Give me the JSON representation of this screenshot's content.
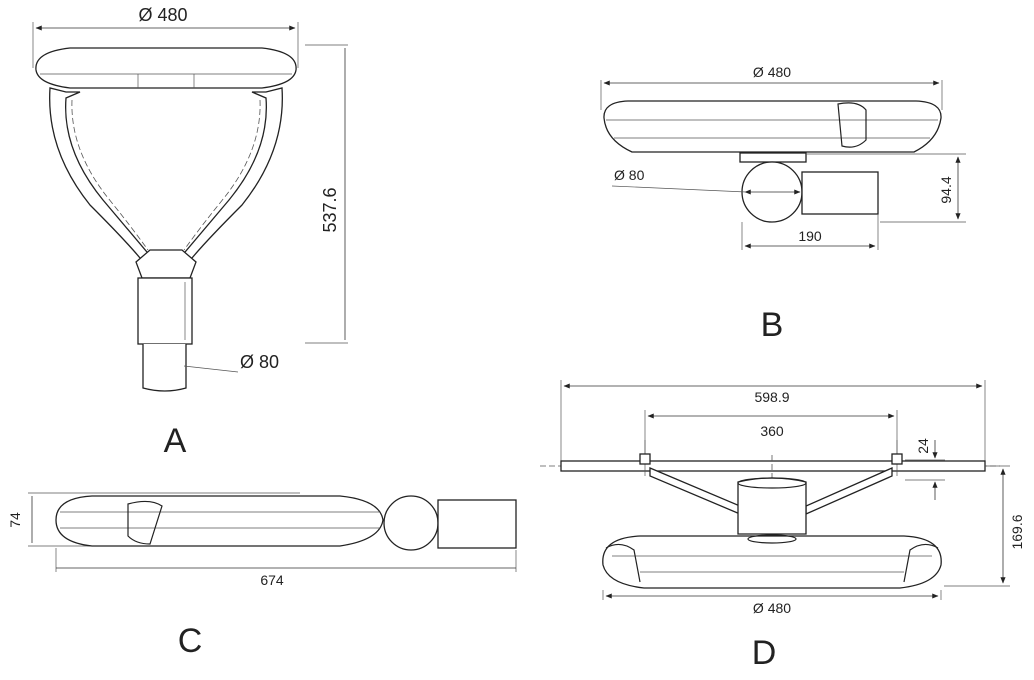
{
  "views": {
    "a": {
      "label": "A",
      "head_diameter": "Ø 480",
      "height": "537.6",
      "pole_diameter": "Ø 80"
    },
    "b": {
      "label": "B",
      "head_diameter": "Ø 480",
      "pole_diameter": "Ø 80",
      "clamp_height": "94.4",
      "clamp_length": "190"
    },
    "c": {
      "label": "C",
      "height": "74",
      "length": "674"
    },
    "d": {
      "label": "D",
      "total_width": "598.9",
      "mount_spacing": "360",
      "bracket_offset": "24",
      "height": "169.6",
      "head_diameter": "Ø 480"
    }
  }
}
